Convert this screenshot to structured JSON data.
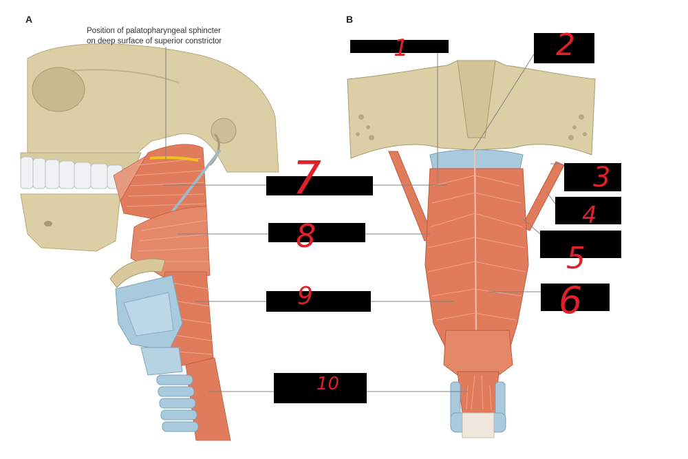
{
  "panels": {
    "a": "A",
    "b": "B"
  },
  "caption": {
    "line1": "Position of palatopharyngeal sphincter",
    "line2": "on deep surface of superior constrictor"
  },
  "handwritten_numbers": [
    "1",
    "2",
    "3",
    "4",
    "5",
    "6",
    "7",
    "8",
    "9",
    "10"
  ],
  "colors": {
    "bone": "#dccfa6",
    "muscle": "#e07c5c",
    "muscle_light": "#ef9a7c",
    "cartilage": "#a9c9dc",
    "sphincter": "#f2c01c",
    "label_box": "#000000",
    "ink": "#e0202a"
  }
}
